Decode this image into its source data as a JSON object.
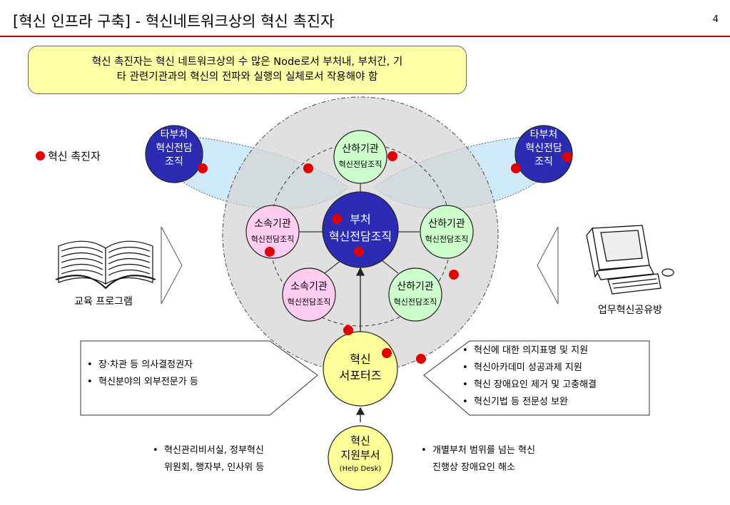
{
  "header": {
    "title": "[혁신 인프라 구축] - 혁신네트워크상의 혁신 촉진자",
    "page_number": "4"
  },
  "callout": {
    "line1": "혁신 촉진자는 혁신 네트워크상의 수 많은 Node로서 부처내, 부처간, 기",
    "line2": "타 관련기관과의 혁신의 전파와 실행의 실체로서 작용해야 함"
  },
  "legend": {
    "label": "혁신 촉진자"
  },
  "nodes": {
    "center": {
      "line1": "부처",
      "line2": "혁신전담조직"
    },
    "top": {
      "line1": "산하기관",
      "line2": "혁신전담조직"
    },
    "right": {
      "line1": "산하기관",
      "line2": "혁신전담조직"
    },
    "bottom_right": {
      "line1": "산하기관",
      "line2": "혁신전담조직"
    },
    "bottom_left": {
      "line1": "소속기관",
      "line2": "혁신전담조직"
    },
    "left": {
      "line1": "소속기관",
      "line2": "혁신전담조직"
    },
    "other_left": {
      "line1": "타부처",
      "line2": "혁신전담",
      "line3": "조직"
    },
    "other_right": {
      "line1": "타부처",
      "line2": "혁신전담",
      "line3": "조직"
    },
    "supporters": {
      "line1": "혁신",
      "line2": "서포터즈"
    },
    "help_desk": {
      "line1": "혁신",
      "line2": "지원부서",
      "line3": "(Help Desk)"
    }
  },
  "side_labels": {
    "left": "교육 프로그램",
    "right": "업무혁신공유방"
  },
  "left_box": {
    "items": [
      "장·차관 등 의사결정권자",
      "혁신분야의 외부전문가 등"
    ]
  },
  "right_box": {
    "items": [
      "혁신에 대한 의지표명 및 지원",
      "혁신아카데미 성공과제 지원",
      "혁신 장애요인 제거 및 고충해결",
      "혁신기법 등 전문성 보완"
    ]
  },
  "bottom_left_text": {
    "line1": "혁신관리비서실, 정부혁신",
    "line2": "위원회, 행자부, 인사위 등"
  },
  "bottom_right_text": {
    "line1": "개별부처 범위를 넘는 혁신",
    "line2": "진행상 장애요인 해소"
  },
  "colors": {
    "accent_rule": "#b30000",
    "callout_bg": "#ffffa8",
    "center_node": "#2b2bb3",
    "affiliated_node": "#ffccf2",
    "subsidiary_node": "#ccffcc",
    "supporter_node": "#ffff99",
    "marker": "#e00000"
  }
}
